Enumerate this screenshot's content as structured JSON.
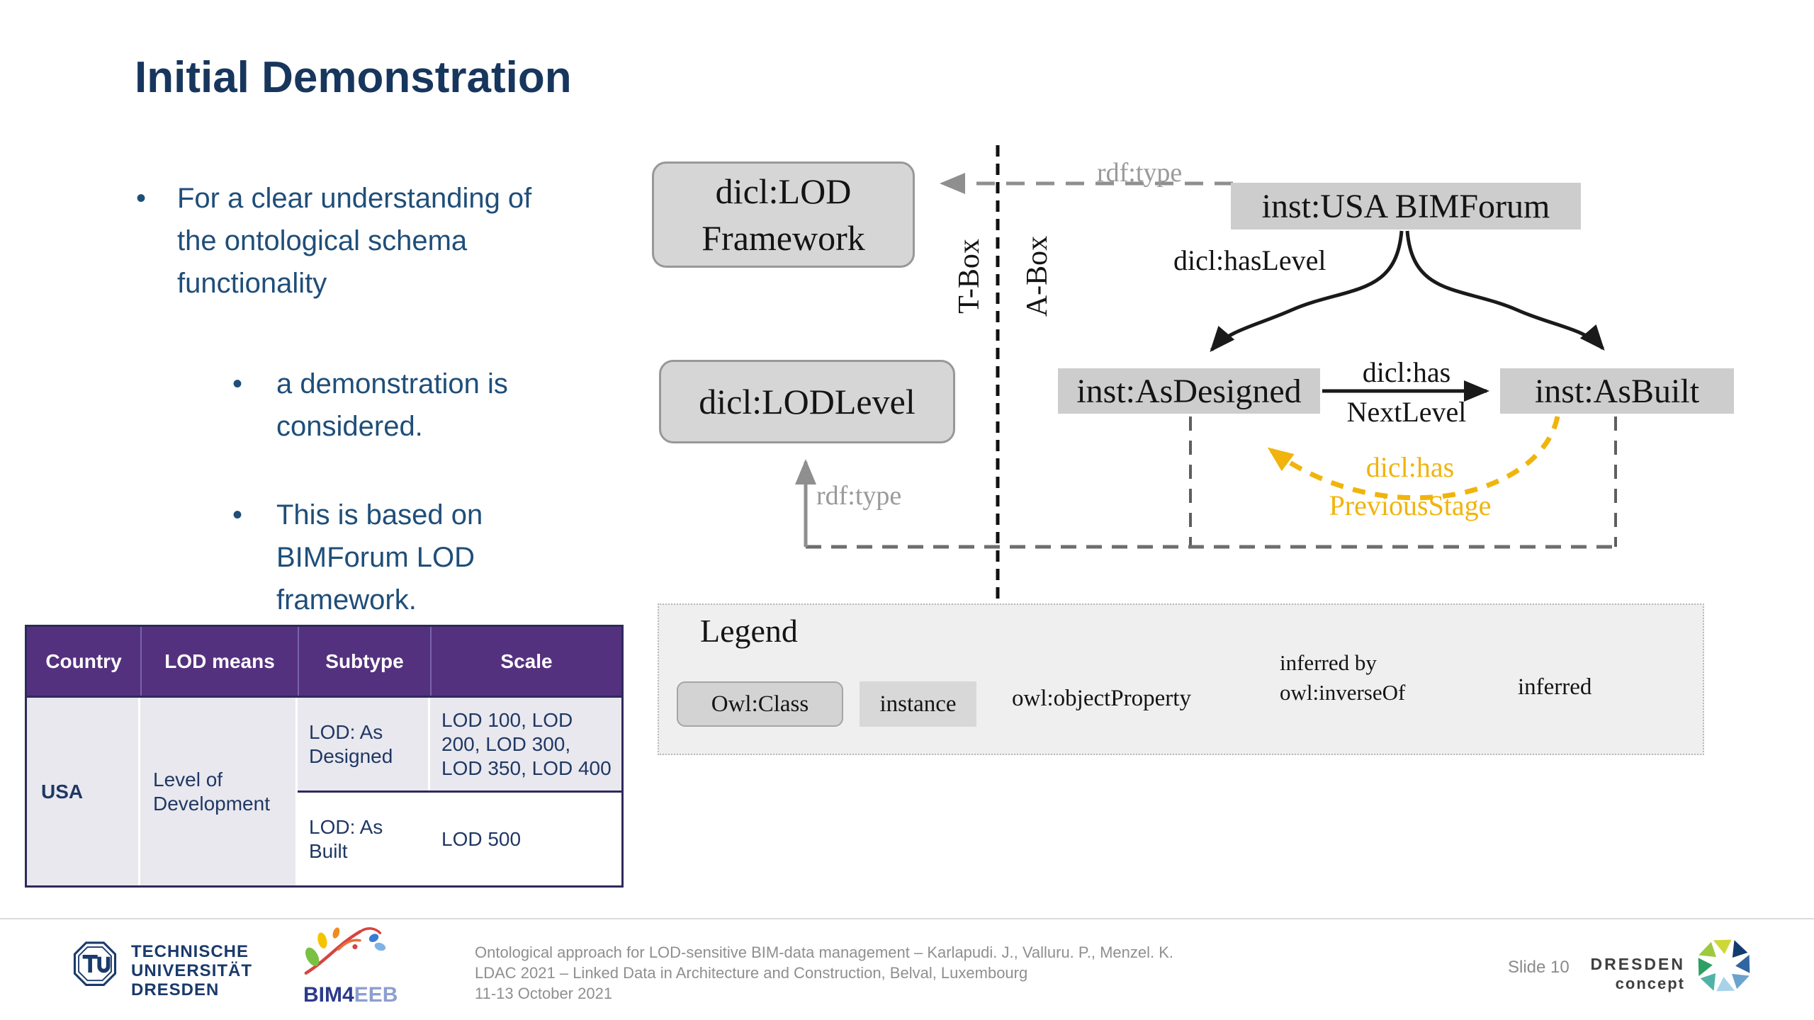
{
  "slide": {
    "title": "Initial Demonstration",
    "bullets": {
      "b1": "For a clear understanding of the ontological schema functionality",
      "b2": "a demonstration is considered.",
      "b3": "This is based on BIMForum LOD framework."
    }
  },
  "diagram": {
    "nodes": {
      "framework_line1": "dicl:LOD",
      "framework_line2": "Framework",
      "lodlevel": "dicl:LODLevel",
      "bimforum": "inst:USA BIMForum",
      "asdesigned": "inst:AsDesigned",
      "asbuilt": "inst:AsBuilt"
    },
    "labels": {
      "rdf_type_top": "rdf:type",
      "rdf_type_left": "rdf:type",
      "has_level": "dicl:hasLevel",
      "has_next_1": "dicl:has",
      "has_next_2": "NextLevel",
      "has_prev_1": "dicl:has",
      "has_prev_2": "PreviousStage",
      "tbox": "T-Box",
      "abox": "A-Box"
    },
    "colors": {
      "node_fill": "#d6d6d6",
      "instance_fill": "#cdcdcd",
      "inferred_yellow": "#f0b40c",
      "inferred_gray": "#8f8f8f"
    }
  },
  "legend": {
    "title": "Legend",
    "owl_class": "Owl:Class",
    "instance": "instance",
    "object_property": "owl:objectProperty",
    "inferred_by_1": "inferred by",
    "inferred_by_2": "owl:inverseOf",
    "inferred": "inferred"
  },
  "table": {
    "headers": [
      "Country",
      "LOD means",
      "Subtype",
      "Scale"
    ],
    "country": "USA",
    "lod_means": "Level of Development",
    "rows": [
      {
        "subtype": "LOD: As Designed",
        "scale": "LOD 100, LOD 200, LOD 300, LOD 350, LOD 400"
      },
      {
        "subtype": "LOD: As Built",
        "scale": "LOD 500"
      }
    ],
    "header_bg": "#54317e"
  },
  "footer": {
    "tu_lines": [
      "TECHNISCHE",
      "UNIVERSITÄT",
      "DRESDEN"
    ],
    "bim4eeb_bold": "BIM4",
    "bim4eeb_light": "EEB",
    "citation_line1": "Ontological approach for LOD-sensitive BIM-data management – Karlapudi. J., Valluru. P., Menzel. K.",
    "citation_line2": "LDAC 2021 – Linked Data in Architecture and Construction, Belval, Luxembourg",
    "citation_line3": "11-13 October 2021",
    "slide_number": "Slide 10",
    "dresden_concept_1": "DRESDEN",
    "dresden_concept_2": "concept"
  }
}
